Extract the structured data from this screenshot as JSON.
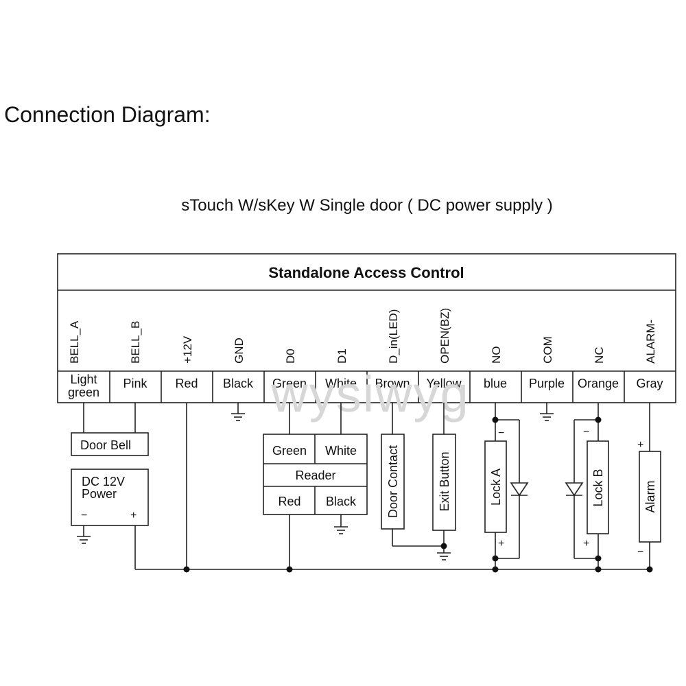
{
  "page_title": "Connection Diagram:",
  "diagram_title": "sTouch W/sKey W Single door ( DC power supply )",
  "controller": {
    "title": "Standalone Access Control"
  },
  "watermark": "wysiwyg",
  "pins": [
    {
      "signal": "BELL_A",
      "wire": [
        "Light",
        "green"
      ]
    },
    {
      "signal": "BELL_B",
      "wire": [
        "Pink"
      ]
    },
    {
      "signal": "+12V",
      "wire": [
        "Red"
      ]
    },
    {
      "signal": "GND",
      "wire": [
        "Black"
      ]
    },
    {
      "signal": "D0",
      "wire": [
        "Green"
      ]
    },
    {
      "signal": "D1",
      "wire": [
        "White"
      ]
    },
    {
      "signal": "D_in(LED)",
      "wire": [
        "Brown"
      ]
    },
    {
      "signal": "OPEN(BZ)",
      "wire": [
        "Yellow"
      ]
    },
    {
      "signal": "NO",
      "wire": [
        "blue"
      ]
    },
    {
      "signal": "COM",
      "wire": [
        "Purple"
      ]
    },
    {
      "signal": "NC",
      "wire": [
        "Orange"
      ]
    },
    {
      "signal": "ALARM-",
      "wire": [
        "Gray"
      ]
    }
  ],
  "devices": {
    "door_bell": "Door Bell",
    "power": {
      "line1": "DC 12V",
      "line2": "Power",
      "minus": "−",
      "plus": "+"
    },
    "reader": {
      "top_left": "Green",
      "top_right": "White",
      "label": "Reader",
      "bottom_left": "Red",
      "bottom_right": "Black"
    },
    "door_contact": "Door Contact",
    "exit_button": "Exit Button",
    "lock_a": {
      "label": "Lock A",
      "minus": "−",
      "plus": "+"
    },
    "lock_b": {
      "label": "Lock B",
      "minus": "−",
      "plus": "+"
    },
    "alarm": {
      "label": "Alarm",
      "plus": "+",
      "minus": "−"
    }
  }
}
